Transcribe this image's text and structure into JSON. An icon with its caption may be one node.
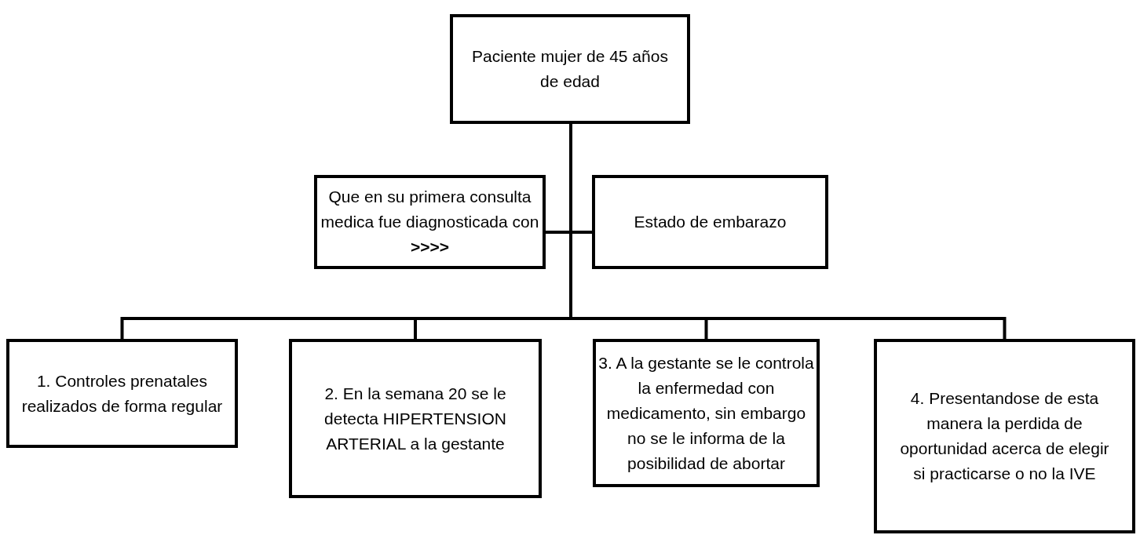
{
  "diagram": {
    "nodes": [
      {
        "text": [
          "Paciente mujer de 45 años de edad"
        ]
      },
      {
        "text": [
          "Que en su primera consulta medica fue diagnosticada con **>>>>**"
        ]
      },
      {
        "text": [
          "Estado de embarazo"
        ]
      },
      {
        "text": [
          "1. Controles prenatales realizados de forma regular"
        ]
      },
      {
        "text": [
          "2. En la semana 20 se le detecta HIPERTENSION ARTERIAL a la gestante"
        ]
      },
      {
        "text": [
          "3. A la gestante se le controla la enfermedad con medicamento, sin embargo no se le informa de la posibilidad de abortar"
        ]
      },
      {
        "text": [
          "4. Presentandose de esta manera la perdida de oportunidad acerca de elegir si practicarse o no la IVE"
        ]
      }
    ],
    "edges": [
      {
        "from": 0,
        "to": 1,
        "arrow": "none"
      },
      {
        "from": 0,
        "to": 2,
        "arrow": "none"
      },
      {
        "from": 0,
        "to": 3,
        "arrow": "none"
      },
      {
        "from": 0,
        "to": 4,
        "arrow": "none"
      },
      {
        "from": 0,
        "to": 5,
        "arrow": "none"
      },
      {
        "from": 0,
        "to": 6,
        "arrow": "none"
      }
    ]
  }
}
